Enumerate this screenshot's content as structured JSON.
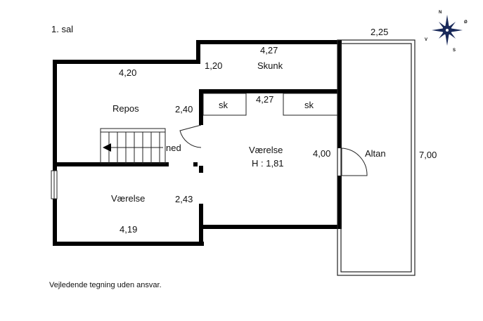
{
  "floor_label": "1. sal",
  "disclaimer": "Vejledende tegning uden ansvar.",
  "rooms": {
    "repos": "Repos",
    "skunk": "Skunk",
    "vaerelse_right_name": "Værelse",
    "vaerelse_right_height": "H : 1,81",
    "vaerelse_left": "Værelse",
    "altan": "Altan",
    "sk_left": "sk",
    "sk_right": "sk"
  },
  "stair_label": "ned",
  "dimensions": {
    "top_right_width": "2,25",
    "skunk_width": "4,27",
    "repos_width": "4,20",
    "skunk_depth": "1,20",
    "vaerelse_width": "4,27",
    "repos_depth": "2,40",
    "vaerelse_depth": "4,00",
    "altan_length": "7,00",
    "left_room_depth": "2,43",
    "left_room_width": "4,19"
  },
  "compass": {
    "n": "N",
    "s": "S",
    "v": "V",
    "o": "Ø"
  },
  "colors": {
    "wall": "#000000",
    "line": "#222222",
    "background": "#ffffff"
  }
}
